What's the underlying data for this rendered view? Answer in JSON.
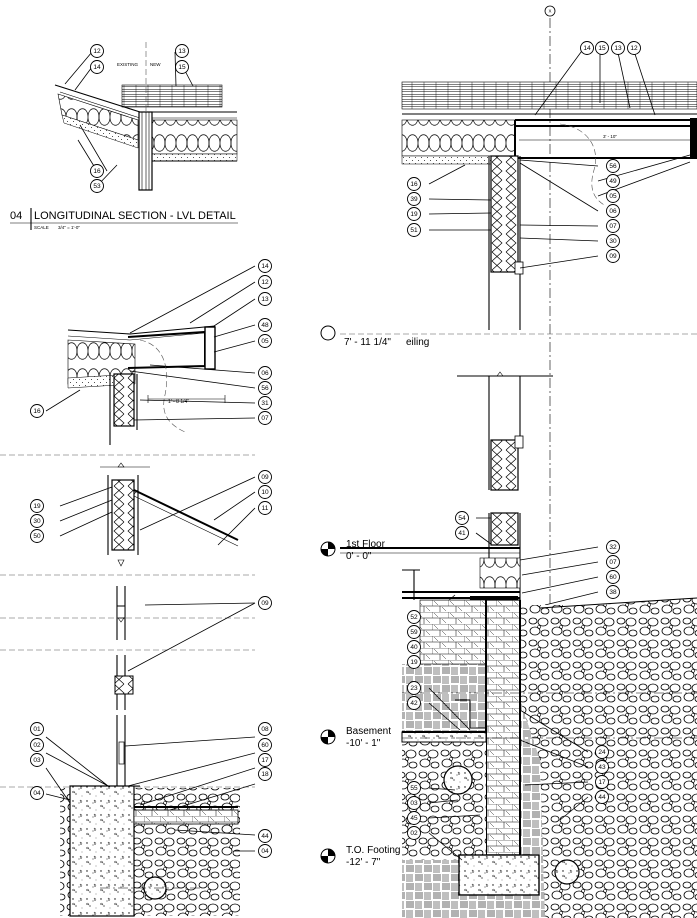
{
  "section_title": {
    "number": "04",
    "text": "LONGITUDINAL SECTION - LVL DETAIL",
    "scale_label": "SCALE",
    "scale_value": "3/4\" = 1'-0\""
  },
  "grid_marker": "X",
  "notes": {
    "existing": "EXISTING",
    "new": "NEW",
    "dim_left": "1' - 8 1/4\"",
    "dim_right": "3' - 10\""
  },
  "levels": {
    "ceiling": {
      "elev": "7' - 11 1/4\"",
      "name": "eiling"
    },
    "first_floor": {
      "name": "1st Floor",
      "elev": "0' - 0\""
    },
    "basement": {
      "name": "Basement",
      "elev": "-10' - 1\""
    },
    "footing": {
      "name": "T.O. Footing",
      "elev": "-12' - 7\""
    }
  },
  "keynotes": {
    "detail04": [
      "12",
      "14",
      "13",
      "15",
      "16",
      "53"
    ],
    "left_eave": [
      "14",
      "12",
      "13",
      "48",
      "05",
      "06",
      "56",
      "31",
      "07",
      "16"
    ],
    "left_wall": [
      "09",
      "10",
      "11",
      "19",
      "30",
      "50"
    ],
    "left_mid": [
      "09"
    ],
    "left_base": [
      "01",
      "02",
      "03",
      "04",
      "08",
      "60",
      "17",
      "18",
      "44",
      "04"
    ],
    "right_top": [
      "14",
      "15",
      "13",
      "12",
      "56",
      "49",
      "05",
      "06",
      "07",
      "30",
      "09",
      "16",
      "39",
      "19",
      "51"
    ],
    "right_floor": [
      "54",
      "41",
      "32",
      "07",
      "60",
      "38",
      "52",
      "59",
      "40",
      "19"
    ],
    "right_base": [
      "23",
      "42",
      "24",
      "43",
      "17",
      "44",
      "55",
      "03",
      "45",
      "02"
    ]
  }
}
